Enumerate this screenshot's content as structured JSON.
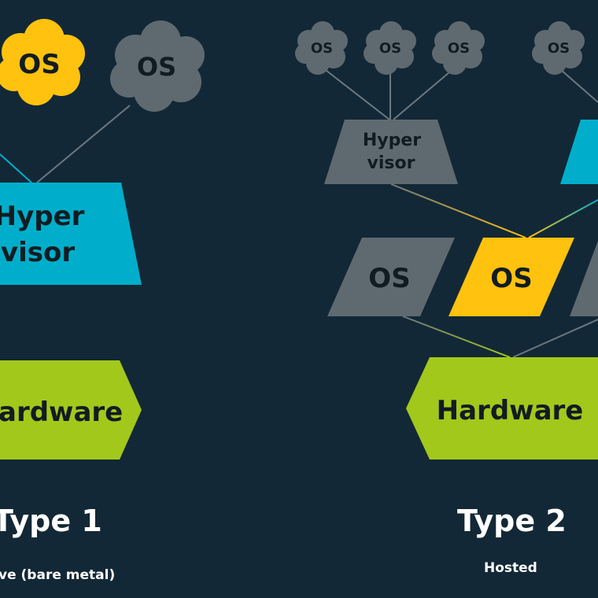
{
  "colors": {
    "background": "#132836",
    "accent_yellow": "#ffc20e",
    "accent_cyan": "#00aecb",
    "accent_green": "#a2c81c",
    "inactive_gray": "#5f6a70",
    "line_gray": "#6c7880",
    "text_dark": "#111c22",
    "text_white": "#ffffff"
  },
  "type1": {
    "title": "Type 1",
    "subtitle": "ve (bare metal)",
    "guest_os": [
      "OS",
      "OS"
    ],
    "hypervisor": [
      "Hyper",
      "visor"
    ],
    "hardware": "ardware"
  },
  "type2": {
    "title": "Type 2",
    "subtitle": "Hosted",
    "guest_os": [
      "OS",
      "OS",
      "OS",
      "OS"
    ],
    "hypervisor": [
      "Hyper",
      "visor"
    ],
    "host_os": [
      "OS",
      "OS"
    ],
    "hardware": "Hardware"
  }
}
